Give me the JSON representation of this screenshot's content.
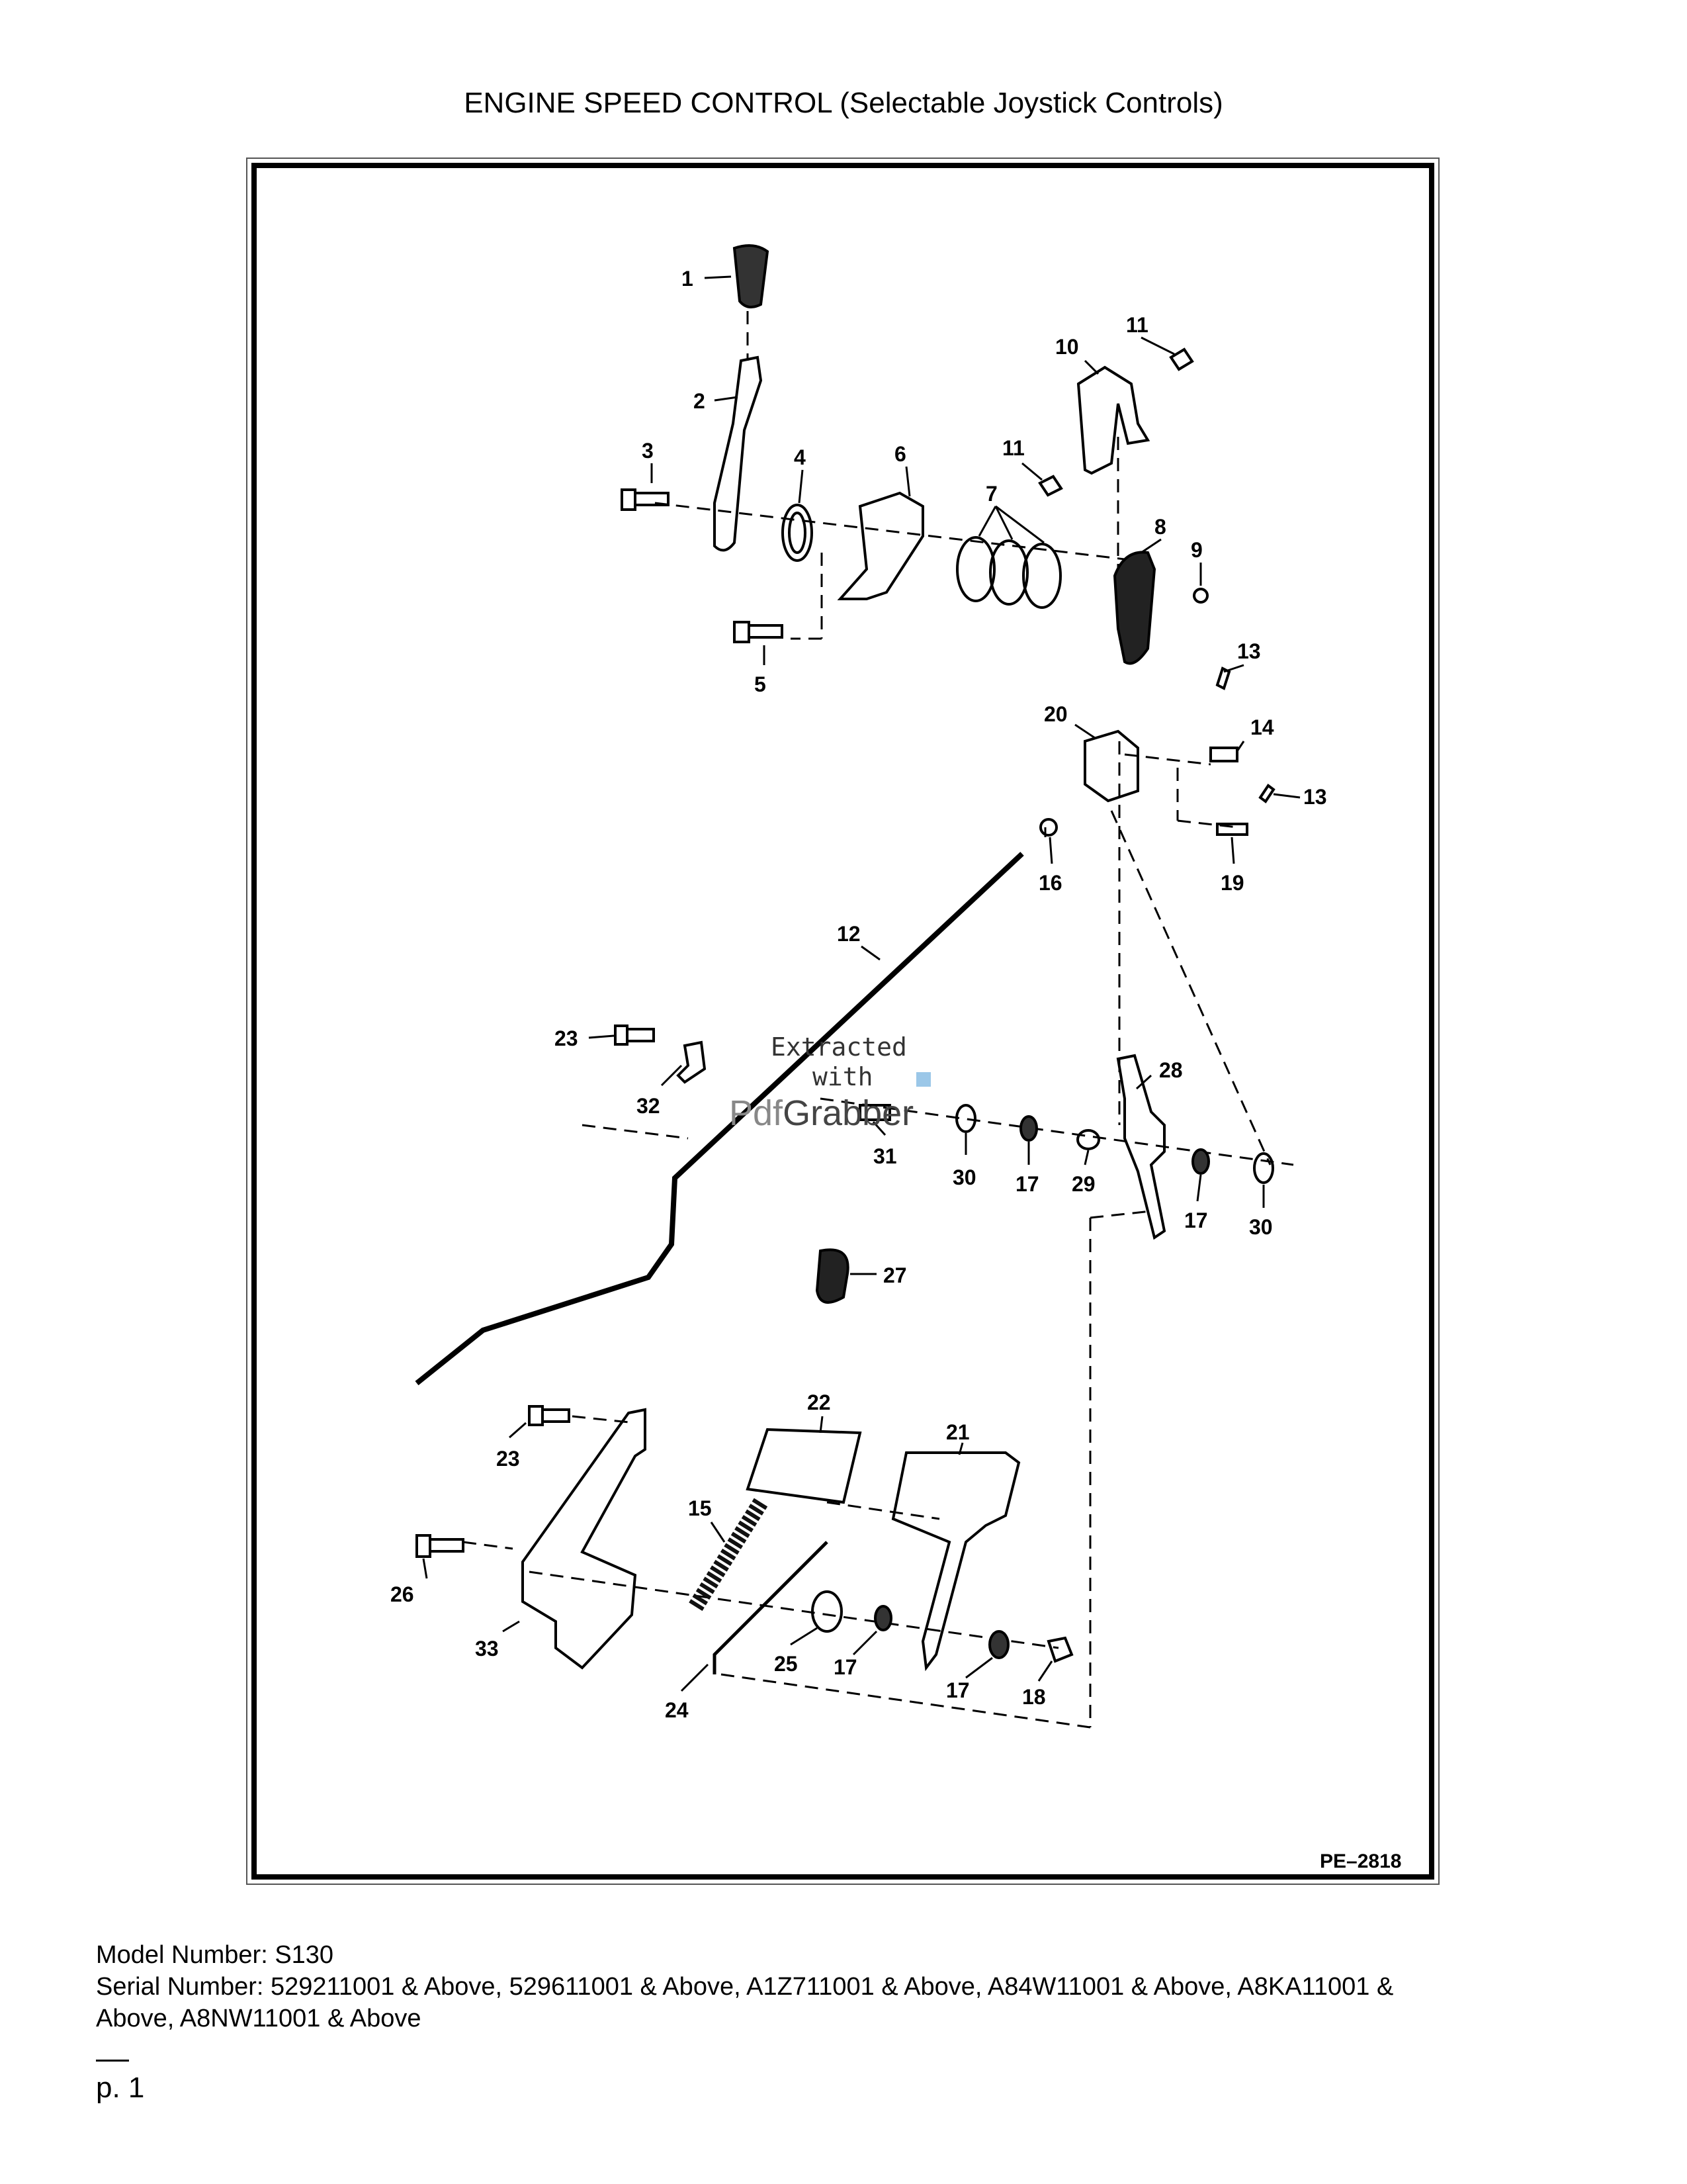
{
  "page": {
    "title": "ENGINE SPEED CONTROL (Selectable Joystick Controls)",
    "figure_code": "PE–2818",
    "watermark": {
      "line1": "Extracted",
      "line2": "with",
      "brand_pdf": "Pdf",
      "brand_grabber": "Grabber"
    },
    "model_label": "Model Number: S130",
    "serial_line1": "Serial Number: 529211001 & Above, 529611001 & Above, A1Z711001 & Above, A84W11001 & Above, A8KA11001 &",
    "serial_line2": "Above, A8NW11001 & Above",
    "page_number": "p. 1"
  },
  "callouts": [
    {
      "id": "c1",
      "text": "1"
    },
    {
      "id": "c2",
      "text": "2"
    },
    {
      "id": "c3",
      "text": "3"
    },
    {
      "id": "c4",
      "text": "4"
    },
    {
      "id": "c5",
      "text": "5"
    },
    {
      "id": "c6",
      "text": "6"
    },
    {
      "id": "c7",
      "text": "7"
    },
    {
      "id": "c8",
      "text": "8"
    },
    {
      "id": "c9",
      "text": "9"
    },
    {
      "id": "c10",
      "text": "10"
    },
    {
      "id": "c11a",
      "text": "11"
    },
    {
      "id": "c11b",
      "text": "11"
    },
    {
      "id": "c12",
      "text": "12"
    },
    {
      "id": "c13a",
      "text": "13"
    },
    {
      "id": "c13b",
      "text": "13"
    },
    {
      "id": "c14",
      "text": "14"
    },
    {
      "id": "c15",
      "text": "15"
    },
    {
      "id": "c16",
      "text": "16"
    },
    {
      "id": "c17a",
      "text": "17"
    },
    {
      "id": "c17b",
      "text": "17"
    },
    {
      "id": "c17c",
      "text": "17"
    },
    {
      "id": "c17d",
      "text": "17"
    },
    {
      "id": "c18",
      "text": "18"
    },
    {
      "id": "c19",
      "text": "19"
    },
    {
      "id": "c20",
      "text": "20"
    },
    {
      "id": "c21",
      "text": "21"
    },
    {
      "id": "c22",
      "text": "22"
    },
    {
      "id": "c23a",
      "text": "23"
    },
    {
      "id": "c23b",
      "text": "23"
    },
    {
      "id": "c24",
      "text": "24"
    },
    {
      "id": "c25",
      "text": "25"
    },
    {
      "id": "c26",
      "text": "26"
    },
    {
      "id": "c27",
      "text": "27"
    },
    {
      "id": "c28",
      "text": "28"
    },
    {
      "id": "c29",
      "text": "29"
    },
    {
      "id": "c30a",
      "text": "30"
    },
    {
      "id": "c30b",
      "text": "30"
    },
    {
      "id": "c31",
      "text": "31"
    },
    {
      "id": "c32",
      "text": "32"
    },
    {
      "id": "c33",
      "text": "33"
    }
  ]
}
